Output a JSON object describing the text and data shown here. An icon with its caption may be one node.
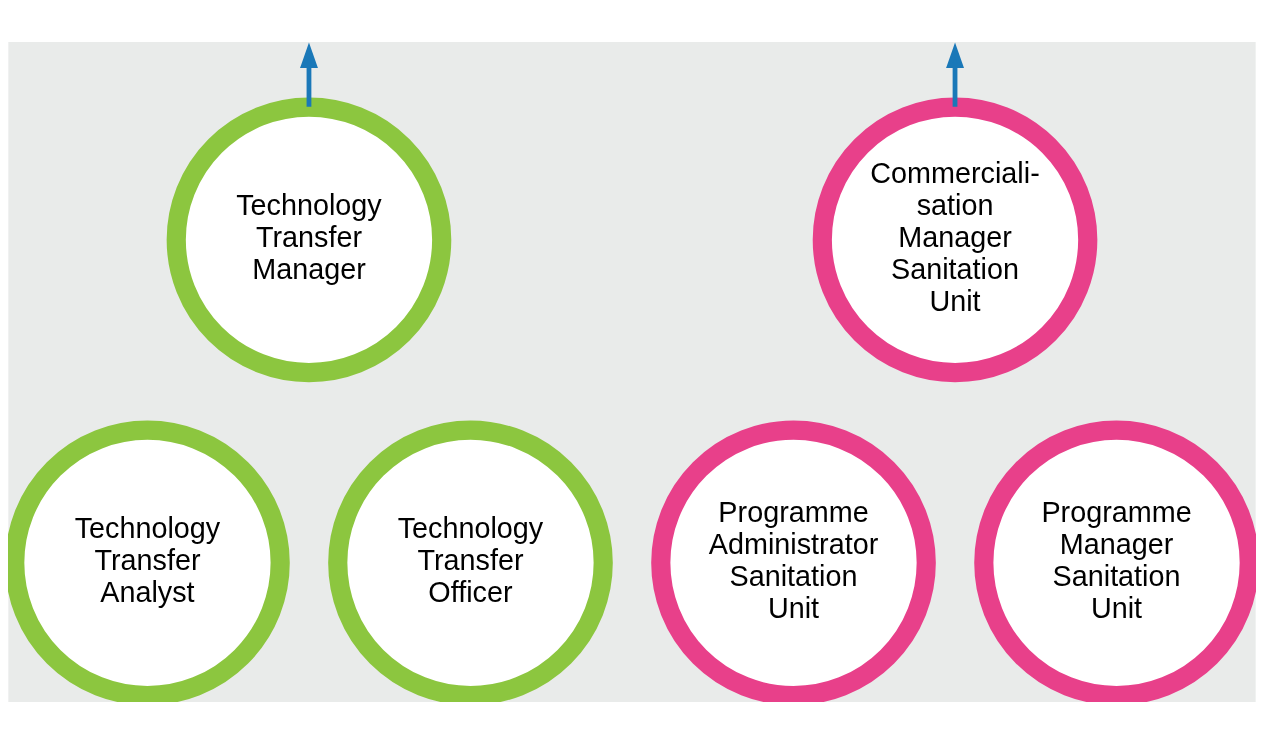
{
  "diagram": {
    "nodes": [
      {
        "text": [
          "Technology Transfer Manager"
        ]
      },
      {
        "text": [
          "Commerciali- sation Manager Sanitation Unit"
        ]
      },
      {
        "text": [
          "Technology Transfer Analyst"
        ]
      },
      {
        "text": [
          "Technology Transfer Officer"
        ]
      },
      {
        "text": [
          "Programme Administrator Sanitation Unit"
        ]
      },
      {
        "text": [
          "Programme Manager Sanitation Unit"
        ]
      }
    ],
    "edges": [
      {
        "from": 0,
        "to": null,
        "arrow": "to"
      },
      {
        "from": 1,
        "to": null,
        "arrow": "to"
      }
    ]
  }
}
